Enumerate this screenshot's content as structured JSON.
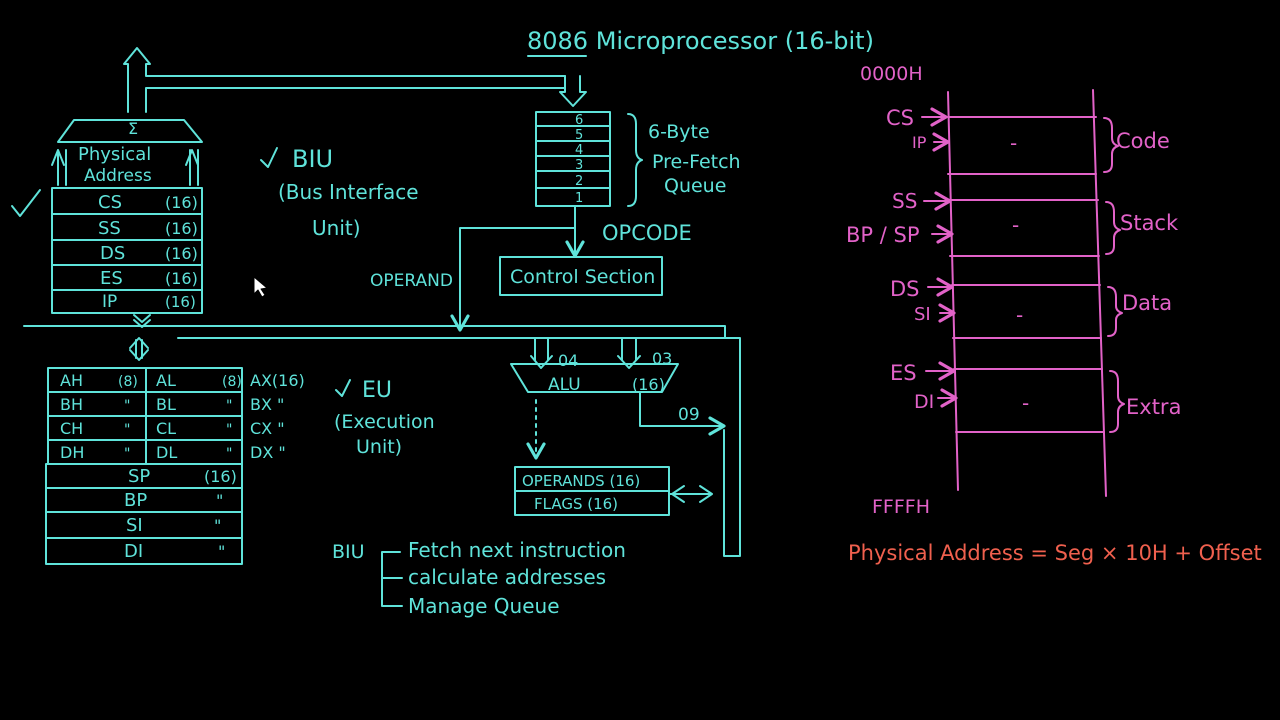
{
  "colors": {
    "cyan": "#5fe3da",
    "pink": "#e262c8",
    "red": "#f0604e",
    "background": "#000000"
  },
  "title": "8086 Microprocessor (16-bit)",
  "biu": {
    "label": "BIU",
    "full": "(Bus Interface",
    "full2": "Unit)",
    "sigma": "Σ",
    "physical": "Physical",
    "address": "Address",
    "registers": [
      {
        "name": "CS",
        "bits": "(16)"
      },
      {
        "name": "SS",
        "bits": "(16)"
      },
      {
        "name": "DS",
        "bits": "(16)"
      },
      {
        "name": "ES",
        "bits": "(16)"
      },
      {
        "name": "IP",
        "bits": "(16)"
      }
    ]
  },
  "queue": {
    "slots": [
      "6",
      "5",
      "4",
      "3",
      "2",
      "1"
    ],
    "label1": "6-Byte",
    "label2": "Pre-Fetch",
    "label3": "Queue"
  },
  "opcode": "OPCODE",
  "operand": "OPERAND",
  "control_section": "Control Section",
  "alu": {
    "label": "ALU",
    "bits": "(16)",
    "in1": "04",
    "in2": "03",
    "out": "09"
  },
  "operands_box": {
    "operands": "OPERANDS (16)",
    "flags": "FLAGS   (16)"
  },
  "eu": {
    "label": "EU",
    "full": "(Execution",
    "full2": "Unit)",
    "gp_rows": [
      {
        "hi": "AH",
        "hi_bits": "(8)",
        "lo": "AL",
        "lo_bits": "(8)",
        "pair": "AX(16)"
      },
      {
        "hi": "BH",
        "hi_bits": "\"",
        "lo": "BL",
        "lo_bits": "\"",
        "pair": "BX \""
      },
      {
        "hi": "CH",
        "hi_bits": "\"",
        "lo": "CL",
        "lo_bits": "\"",
        "pair": "CX \""
      },
      {
        "hi": "DH",
        "hi_bits": "\"",
        "lo": "DL",
        "lo_bits": "\"",
        "pair": "DX \""
      }
    ],
    "ptr_rows": [
      {
        "name": "SP",
        "bits": "(16)"
      },
      {
        "name": "BP",
        "bits": "\""
      },
      {
        "name": "SI",
        "bits": "\""
      },
      {
        "name": "DI",
        "bits": "\""
      }
    ]
  },
  "biu_tasks": {
    "label": "BIU",
    "items": [
      "Fetch next instruction",
      "calculate addresses",
      "Manage Queue"
    ]
  },
  "memory": {
    "top": "0000H",
    "bottom": "FFFFH",
    "segments": [
      {
        "name": "Code",
        "pointers": [
          "CS",
          "IP"
        ],
        "dash": "-"
      },
      {
        "name": "Stack",
        "pointers": [
          "SS",
          "BP / SP"
        ],
        "dash": "-"
      },
      {
        "name": "Data",
        "pointers": [
          "DS",
          "SI"
        ],
        "dash": "-"
      },
      {
        "name": "Extra",
        "pointers": [
          "ES",
          "DI"
        ],
        "dash": "-"
      }
    ]
  },
  "formula": "Physical Address = Seg × 10H + Offset"
}
